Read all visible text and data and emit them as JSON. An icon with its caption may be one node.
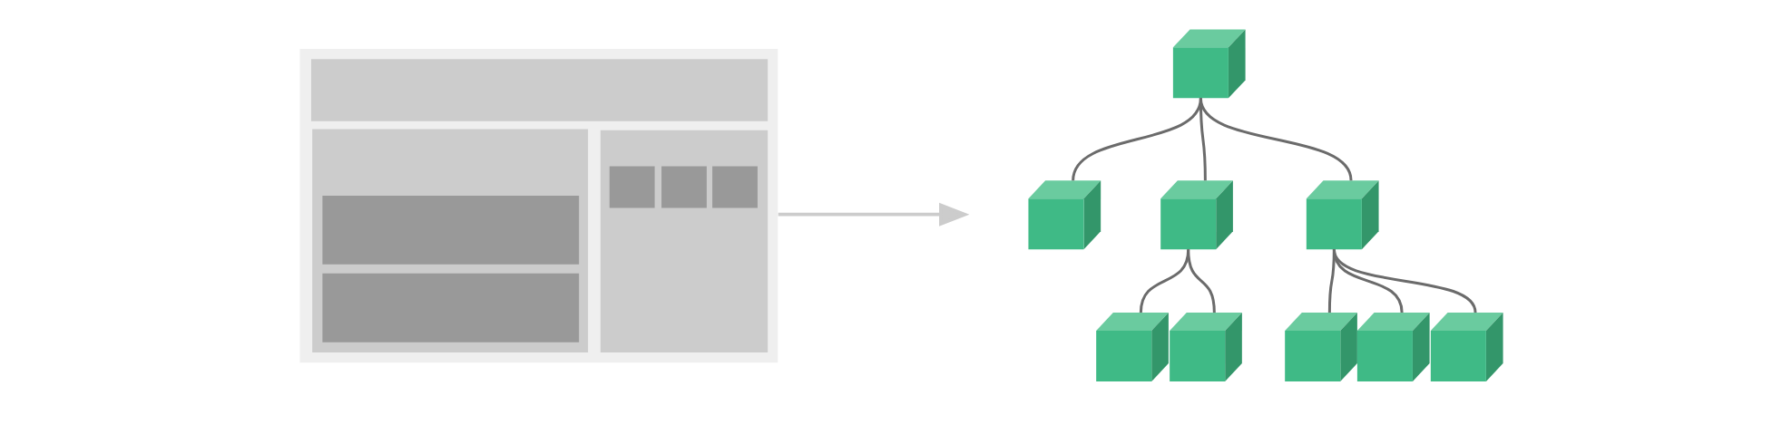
{
  "diagram": {
    "nodes": [
      {
        "text": [],
        "shape": "box"
      },
      {
        "text": [],
        "shape": "box",
        "in": 0
      },
      {
        "text": [],
        "shape": "box",
        "in": 0
      },
      {
        "text": [],
        "shape": "box",
        "in": 2
      },
      {
        "text": [],
        "shape": "box",
        "in": 2
      },
      {
        "text": [],
        "shape": "box",
        "in": 0
      },
      {
        "text": [],
        "shape": "box",
        "in": 5
      },
      {
        "text": [],
        "shape": "box",
        "in": 5
      },
      {
        "text": [],
        "shape": "box",
        "in": 5
      },
      {
        "text": [],
        "shape": "cube"
      },
      {
        "text": [],
        "shape": "cube"
      },
      {
        "text": [],
        "shape": "cube"
      },
      {
        "text": [],
        "shape": "cube"
      },
      {
        "text": [],
        "shape": "cube"
      },
      {
        "text": [],
        "shape": "cube"
      },
      {
        "text": [],
        "shape": "cube"
      },
      {
        "text": [],
        "shape": "cube"
      },
      {
        "text": [],
        "shape": "cube"
      }
    ],
    "edges": [
      {
        "from": 0,
        "to": null,
        "arrow": "to",
        "color": "#cccccc"
      },
      {
        "from": 9,
        "to": 10,
        "arrow": "none"
      },
      {
        "from": 9,
        "to": 11,
        "arrow": "none"
      },
      {
        "from": 9,
        "to": 12,
        "arrow": "none"
      },
      {
        "from": 11,
        "to": 13,
        "arrow": "none"
      },
      {
        "from": 11,
        "to": 14,
        "arrow": "none"
      },
      {
        "from": 12,
        "to": 15,
        "arrow": "none"
      },
      {
        "from": 12,
        "to": 16,
        "arrow": "none"
      },
      {
        "from": 12,
        "to": 17,
        "arrow": "none"
      }
    ]
  }
}
